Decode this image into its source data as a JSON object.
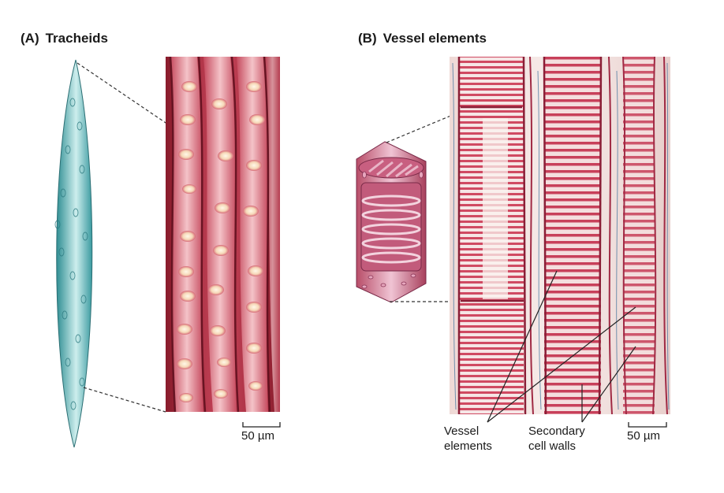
{
  "panel_a": {
    "letter": "(A)",
    "title": "Tracheids",
    "scale_bar": "50 µm"
  },
  "panel_b": {
    "letter": "(B)",
    "title": "Vessel elements",
    "scale_bar": "50 µm",
    "label_vessel_line1": "Vessel",
    "label_vessel_line2": "elements",
    "label_walls_line1": "Secondary",
    "label_walls_line2": "cell walls"
  }
}
